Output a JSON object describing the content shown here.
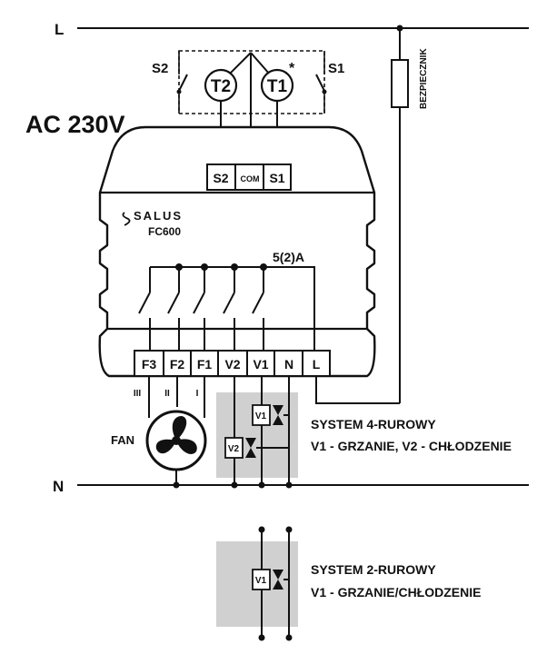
{
  "lines": {
    "line_label": "L",
    "neutral_label": "N"
  },
  "supply": {
    "voltage_label": "AC 230V"
  },
  "fuse": {
    "label": "BEZPIECZNIK"
  },
  "sensors": {
    "s1_label": "S1",
    "s2_label": "S2",
    "t1_label": "T1",
    "t2_label": "T2",
    "asterisk": "*"
  },
  "top_terminals": {
    "s2": "S2",
    "com": "COM",
    "s1": "S1"
  },
  "device": {
    "brand": "SALUS",
    "model": "FC600",
    "relay_rating": "5(2)A"
  },
  "bottom_terminals": [
    "F3",
    "F2",
    "F1",
    "V2",
    "V1",
    "N",
    "L"
  ],
  "fan": {
    "label": "FAN",
    "speeds": [
      "III",
      "II",
      "I"
    ]
  },
  "valves": {
    "v1": "V1",
    "v2": "V2"
  },
  "system_4pipe": {
    "title": "SYSTEM 4-RUROWY",
    "desc": "V1 - GRZANIE, V2 - CHŁODZENIE"
  },
  "system_2pipe": {
    "title": "SYSTEM 2-RUROWY",
    "desc": "V1 - GRZANIE/CHŁODZENIE"
  }
}
